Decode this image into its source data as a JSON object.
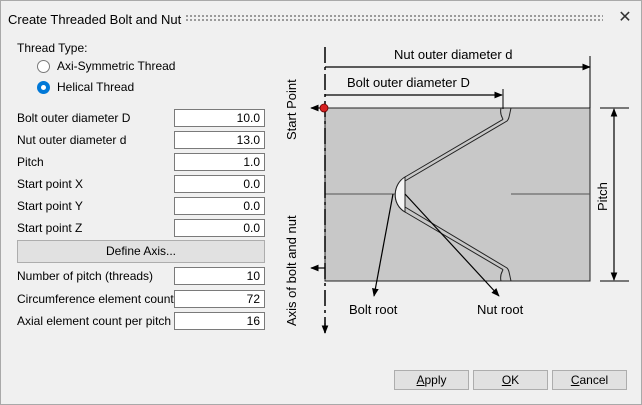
{
  "dialog": {
    "title": "Create Threaded Bolt and Nut",
    "close_glyph": "✕"
  },
  "thread_type": {
    "label": "Thread Type:",
    "options": [
      {
        "label": "Axi-Symmetric Thread",
        "selected": false
      },
      {
        "label": "Helical Thread",
        "selected": true
      }
    ]
  },
  "fields": {
    "bolt_outer_diameter": {
      "label": "Bolt outer diameter D",
      "value": "10.0"
    },
    "nut_outer_diameter": {
      "label": "Nut outer diameter d",
      "value": "13.0"
    },
    "pitch": {
      "label": "Pitch",
      "value": "1.0"
    },
    "start_x": {
      "label": "Start point X",
      "value": "0.0"
    },
    "start_y": {
      "label": "Start point Y",
      "value": "0.0"
    },
    "start_z": {
      "label": "Start point Z",
      "value": "0.0"
    },
    "num_pitch": {
      "label": "Number of pitch (threads)",
      "value": "10"
    },
    "circ_count": {
      "label": "Circumference element count",
      "value": "72"
    },
    "axial_count": {
      "label": "Axial element count per pitch",
      "value": "16"
    }
  },
  "define_axis_label": "Define Axis...",
  "diagram": {
    "nut_outer_diameter": "Nut outer diameter d",
    "bolt_outer_diameter": "Bolt outer diameter D",
    "start_point": "Start Point",
    "pitch": "Pitch",
    "axis": "Axis of bolt and nut",
    "bolt_root": "Bolt root",
    "nut_root": "Nut root"
  },
  "buttons": {
    "apply": {
      "mnemonic": "A",
      "rest": "pply"
    },
    "ok": {
      "mnemonic": "O",
      "rest": "K"
    },
    "cancel": {
      "mnemonic": "C",
      "rest": "ancel"
    }
  }
}
